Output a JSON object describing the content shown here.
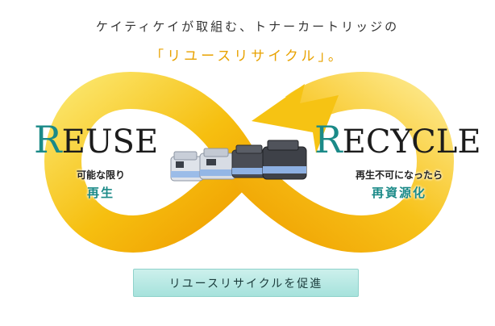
{
  "headline": "ケイティケイが取組む、トナーカートリッジの",
  "subhead": "「リユースリサイクル」。",
  "reuse": {
    "initial": "R",
    "rest": "EUSE",
    "description": "可能な限り",
    "result": "再生"
  },
  "recycle": {
    "initial": "R",
    "rest": "ECYCLE",
    "description": "再生不可になったら",
    "result": "再資源化"
  },
  "cta_button": {
    "label": "リユースリサイクルを促進"
  },
  "colors": {
    "loop_gold": "#f5b800",
    "accent_teal": "#1b8a88",
    "button_bg": "#b9e9e4"
  },
  "icons": {
    "arrow": "loop-arrow-icon",
    "cartridges": "toner-cartridge-icon"
  }
}
